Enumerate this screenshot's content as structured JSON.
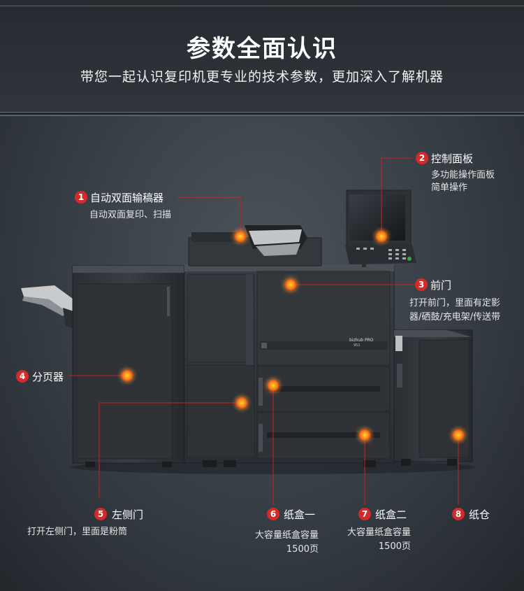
{
  "header": {
    "title": "参数全面认识",
    "subtitle": "带您一起认识复印机更专业的技术参数，更加深入了解机器"
  },
  "machine": {
    "brand_label": "bizhub PRO",
    "model_label": "951"
  },
  "callouts": [
    {
      "num": "1",
      "label": "自动双面输稿器",
      "desc": [
        "自动双面复印、扫描"
      ]
    },
    {
      "num": "2",
      "label": "控制面板",
      "desc": [
        "多功能操作面板",
        "简单操作"
      ]
    },
    {
      "num": "3",
      "label": "前门",
      "desc": [
        "打开前门，里面有定影",
        "器/硒鼓/充电架/传送带"
      ]
    },
    {
      "num": "4",
      "label": "分页器",
      "desc": []
    },
    {
      "num": "5",
      "label": "左侧门",
      "desc": [
        "打开左侧门，里面是粉筒"
      ]
    },
    {
      "num": "6",
      "label": "纸盒一",
      "desc": [
        "大容量纸盒容量",
        "1500页"
      ]
    },
    {
      "num": "7",
      "label": "纸盒二",
      "desc": [
        "大容量纸盒容量",
        "1500页"
      ]
    },
    {
      "num": "8",
      "label": "纸仓",
      "desc": []
    }
  ],
  "colors": {
    "accent": "#d42a2a",
    "hotspot": "#ff9a1a"
  }
}
